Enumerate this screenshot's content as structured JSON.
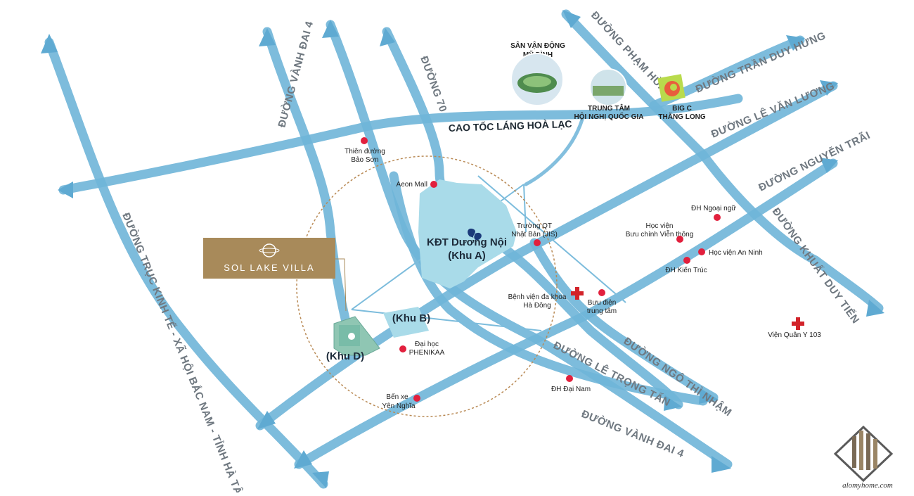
{
  "roads": {
    "cao_toc": "CAO TỐC LÁNG HOÀ LẠC",
    "vanh_dai_4_top": "ĐƯỜNG VÀNH ĐAI 4",
    "duong_70": "ĐƯỜNG 70",
    "pham_hung": "ĐƯỜNG PHẠM HÙNG",
    "tran_duy_hung": "ĐƯỜNG TRẦN DUY HƯNG",
    "le_van_luong": "ĐƯỜNG LÊ VĂN LƯƠNG",
    "nguyen_trai": "ĐƯỜNG NGUYỄN TRÃI",
    "khuat_duy_tien": "ĐƯỜNG KHUẤT DUY TIẾN",
    "truc_kinh_te": "ĐƯỜNG TRỤC KINH TẾ - XÃ HỘI BẮC NAM - TỈNH HÀ TÂY",
    "le_trong_tan": "ĐƯỜNG LÊ TRỌNG TẤN",
    "ngo_thi_nham": "ĐƯỜNG NGÔ THÌ NHẬM",
    "vanh_dai_4_bottom": "ĐƯỜNG VÀNH ĐAI 4"
  },
  "landmarks": {
    "stadium": [
      "SÂN VẬN ĐỘNG",
      "MỸ ĐÌNH"
    ],
    "convention": [
      "TRUNG TÂM",
      "HỘI NGHỊ QUỐC GIA"
    ],
    "bigc": [
      "BIG C",
      "THĂNG LONG"
    ]
  },
  "pois": {
    "thien_duong": [
      "Thiên đường",
      "Bảo Sơn"
    ],
    "aeon": "Aeon Mall",
    "jis": [
      "Trường QT",
      "Nhật Bản (JIS)"
    ],
    "dh_ngoai_ngu": "ĐH Ngoại ngữ",
    "hv_buu_chinh": [
      "Học viện",
      "Bưu chính Viễn thông"
    ],
    "hv_an_ninh": "Học viện An Ninh",
    "dh_kien_truc": "ĐH Kiến Trúc",
    "bv_ha_dong": [
      "Bệnh viện đa khoa",
      "Hà Đông"
    ],
    "buu_dien": [
      "Bưu điện",
      "trung tâm"
    ],
    "vien_quan_y": "Viện Quân Y 103",
    "phenikaa": [
      "Đại học",
      "PHENIKAA"
    ],
    "dh_dai_nam": "ĐH Đại Nam",
    "ben_xe": [
      "Bến xe",
      "Yên Nghĩa"
    ]
  },
  "zones": {
    "kdt": [
      "KĐT Dương Nội",
      "(Khu A)"
    ],
    "khu_b": "(Khu B)",
    "khu_d": "(Khu D)"
  },
  "brand": {
    "name": "SOL LAKE VILLA",
    "color": "#a88a5a"
  },
  "watermark": "alomyhome.com",
  "colors": {
    "road": "#6fb5d8",
    "poi": "#e2203d",
    "zone": "#a9dbe9"
  }
}
